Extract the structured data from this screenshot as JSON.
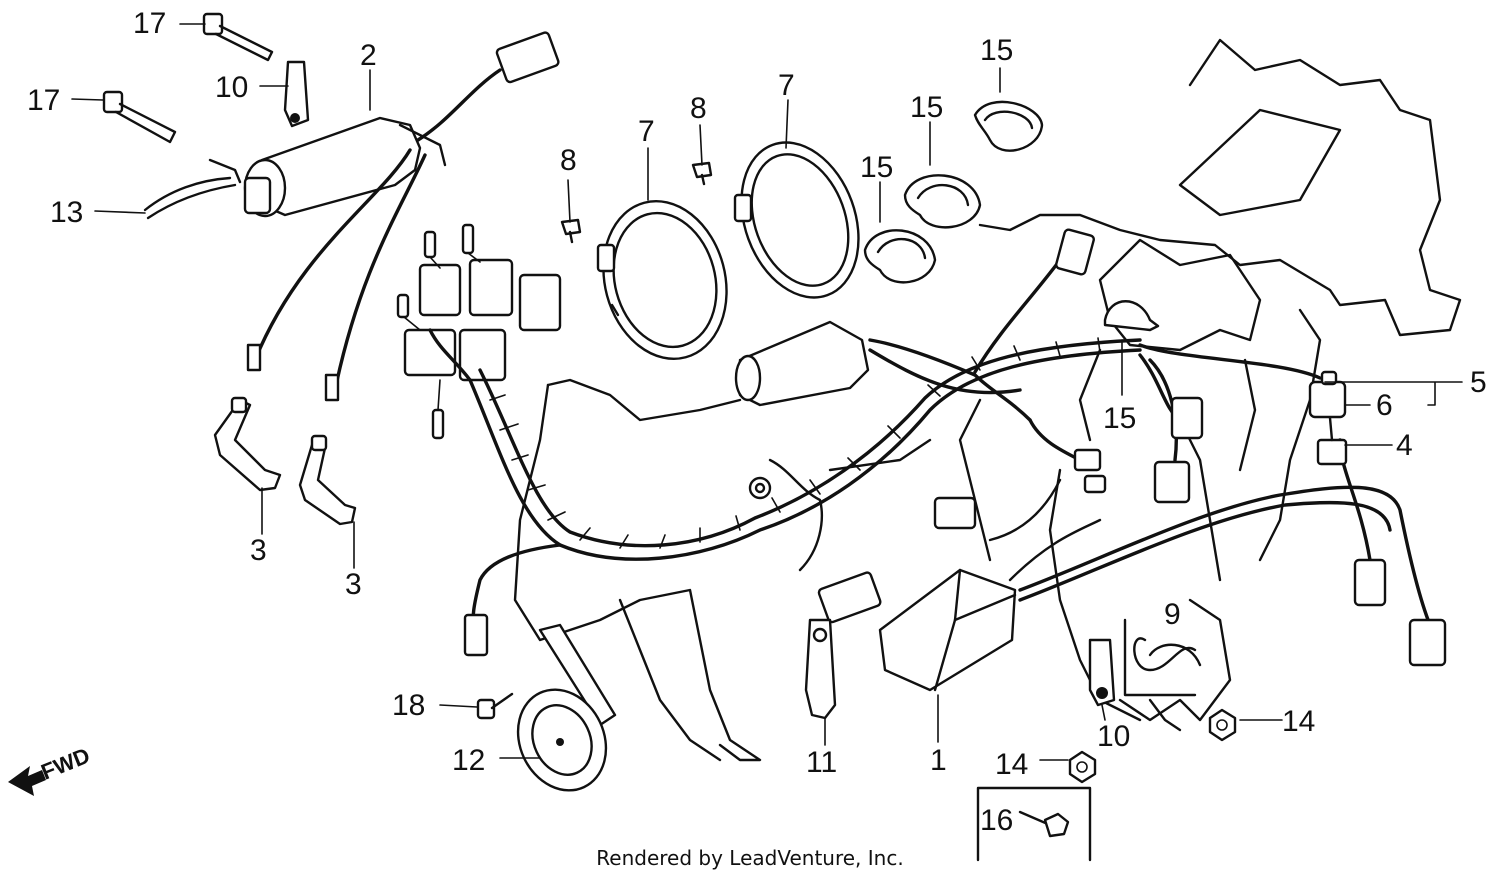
{
  "diagram": {
    "callouts": {
      "c17a": "17",
      "c17b": "17",
      "c10a": "10",
      "c2": "2",
      "c13": "13",
      "c8a": "8",
      "c8b": "8",
      "c7a": "7",
      "c7b": "7",
      "c15a": "15",
      "c15b": "15",
      "c15c": "15",
      "c15d": "15",
      "c5": "5",
      "c6": "6",
      "c4": "4",
      "c3a": "3",
      "c3b": "3",
      "c9": "9",
      "c10b": "10",
      "c14a": "14",
      "c14b": "14",
      "c18": "18",
      "c12": "12",
      "c11": "11",
      "c1": "1",
      "c16": "16"
    },
    "direction_label": "FWD"
  },
  "footer": {
    "credit": "Rendered by LeadVenture, Inc."
  }
}
